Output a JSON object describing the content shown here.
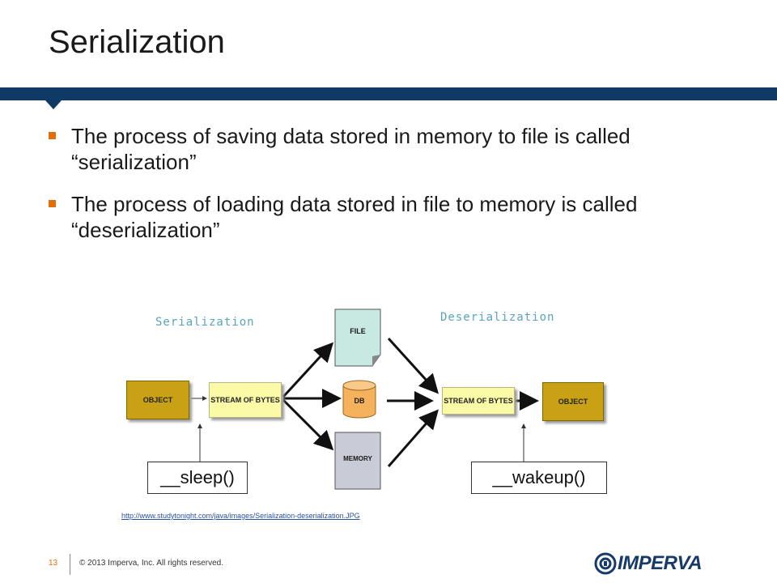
{
  "slide": {
    "title": "Serialization",
    "bullets": [
      "The process of saving data stored in memory to file is called “serialization”",
      "The process of loading data stored in file to memory is called “deserialization”"
    ]
  },
  "diagram": {
    "label_serialization": "Serialization",
    "label_deserialization": "Deserialization",
    "object_left": "OBJECT",
    "stream_left": "STREAM OF BYTES",
    "file": "FILE",
    "db": "DB",
    "memory": "MEMORY",
    "stream_right": "STREAM OF BYTES",
    "object_right": "OBJECT",
    "sleep": "__sleep()",
    "wakeup": "__wakeup()",
    "source_url": "http://www.studytonight.com/java/images/Serialization-deserialization.JPG"
  },
  "footer": {
    "page_number": "13",
    "copyright": "© 2013 Imperva, Inc. All rights reserved.",
    "logo_text": "IMPERVA"
  },
  "colors": {
    "accent_band": "#0f3a66",
    "bullet_marker": "#e46c0a"
  }
}
